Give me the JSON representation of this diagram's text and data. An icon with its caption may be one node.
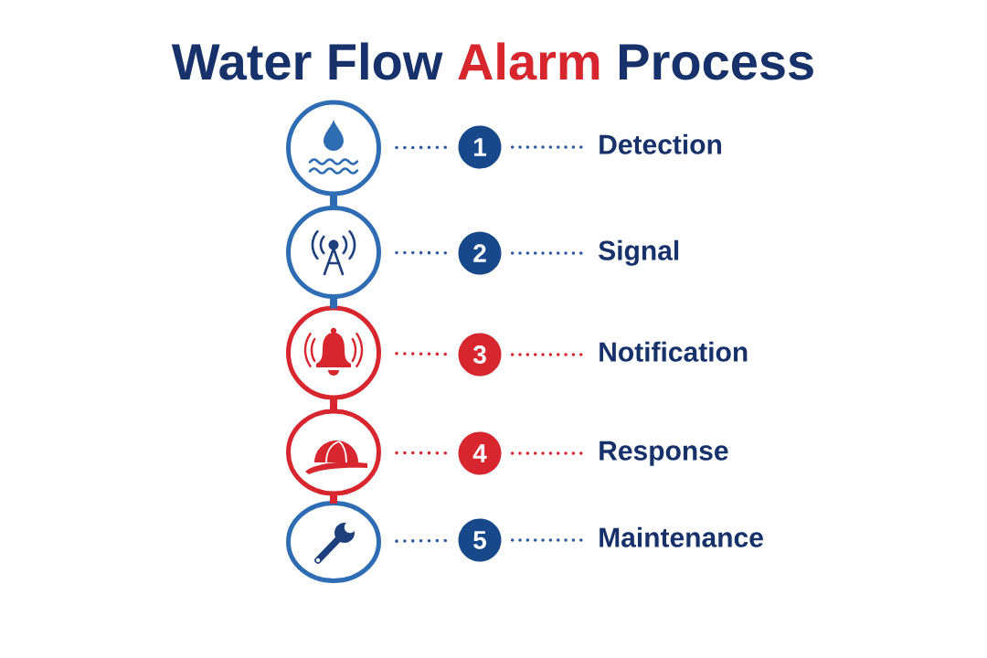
{
  "diagram": {
    "title": "Water Flow Alarm Process",
    "nodes": [
      {
        "text": [],
        "shape": "circle"
      },
      {
        "text": [
          "1"
        ]
      },
      {
        "text": [
          "Detection"
        ]
      },
      {
        "text": [],
        "shape": "circle"
      },
      {
        "text": [
          "2"
        ]
      },
      {
        "text": [
          "Signal"
        ]
      },
      {
        "text": [],
        "shape": "circle"
      },
      {
        "text": [
          "3"
        ]
      },
      {
        "text": [
          "Notification"
        ]
      },
      {
        "text": [],
        "shape": "circle"
      },
      {
        "text": [
          "4"
        ]
      },
      {
        "text": [
          "Response"
        ]
      },
      {
        "text": [],
        "shape": "circle"
      },
      {
        "text": [
          "5"
        ]
      },
      {
        "text": [
          "Maintenance"
        ]
      }
    ],
    "edges": [
      {
        "from": 0,
        "to": 1,
        "arrow": "none",
        "style": "dashed"
      },
      {
        "from": 1,
        "to": 2,
        "arrow": "none",
        "style": "dashed"
      },
      {
        "from": 3,
        "to": 4,
        "arrow": "none",
        "style": "dashed"
      },
      {
        "from": 4,
        "to": 5,
        "arrow": "none",
        "style": "dashed"
      },
      {
        "from": 6,
        "to": 7,
        "arrow": "none",
        "style": "dashed",
        "color": "#d7262e"
      },
      {
        "from": 7,
        "to": 8,
        "arrow": "none",
        "style": "dashed",
        "color": "#d7262e"
      },
      {
        "from": 9,
        "to": 10,
        "arrow": "none",
        "style": "dashed",
        "color": "#d7262e"
      },
      {
        "from": 10,
        "to": 11,
        "arrow": "none",
        "style": "dashed",
        "color": "#d7262e"
      },
      {
        "from": 12,
        "to": 13,
        "arrow": "none",
        "style": "dashed"
      },
      {
        "from": 13,
        "to": 14,
        "arrow": "none",
        "style": "dashed"
      },
      {
        "from": 0,
        "to": 3,
        "arrow": "none",
        "style": "thick",
        "color": "#2e6db4"
      },
      {
        "from": 3,
        "to": 6,
        "arrow": "none",
        "style": "thick",
        "color": "#2e6db4"
      },
      {
        "from": 6,
        "to": 9,
        "arrow": "none",
        "style": "thick",
        "color": "#d7262e"
      },
      {
        "from": 9,
        "to": 12,
        "arrow": "none",
        "style": "thick",
        "color": "#d7262e"
      }
    ]
  }
}
